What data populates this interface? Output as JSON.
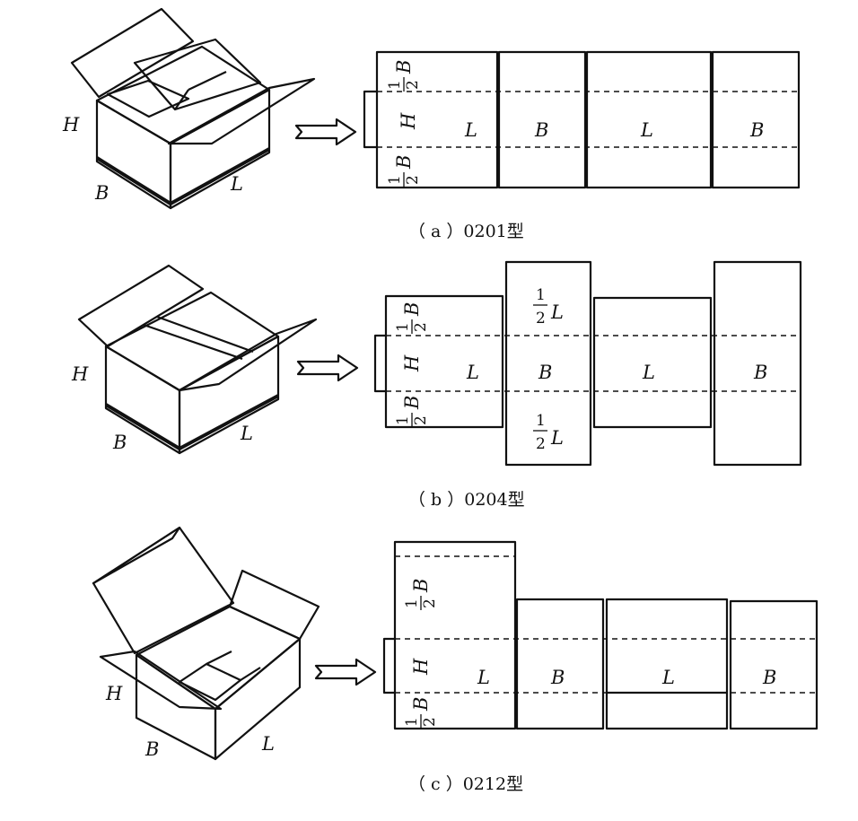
{
  "labels": {
    "H": "H",
    "B": "B",
    "L": "L",
    "one": "1",
    "two": "2"
  },
  "captions": {
    "a": "（ a ）0201型",
    "b": "（ b ）0204型",
    "c": "（ c ）0212型"
  },
  "colors": {
    "ink": "#111111",
    "background": "#ffffff"
  },
  "icons": {
    "arrow": "double-arrow-right-icon"
  }
}
